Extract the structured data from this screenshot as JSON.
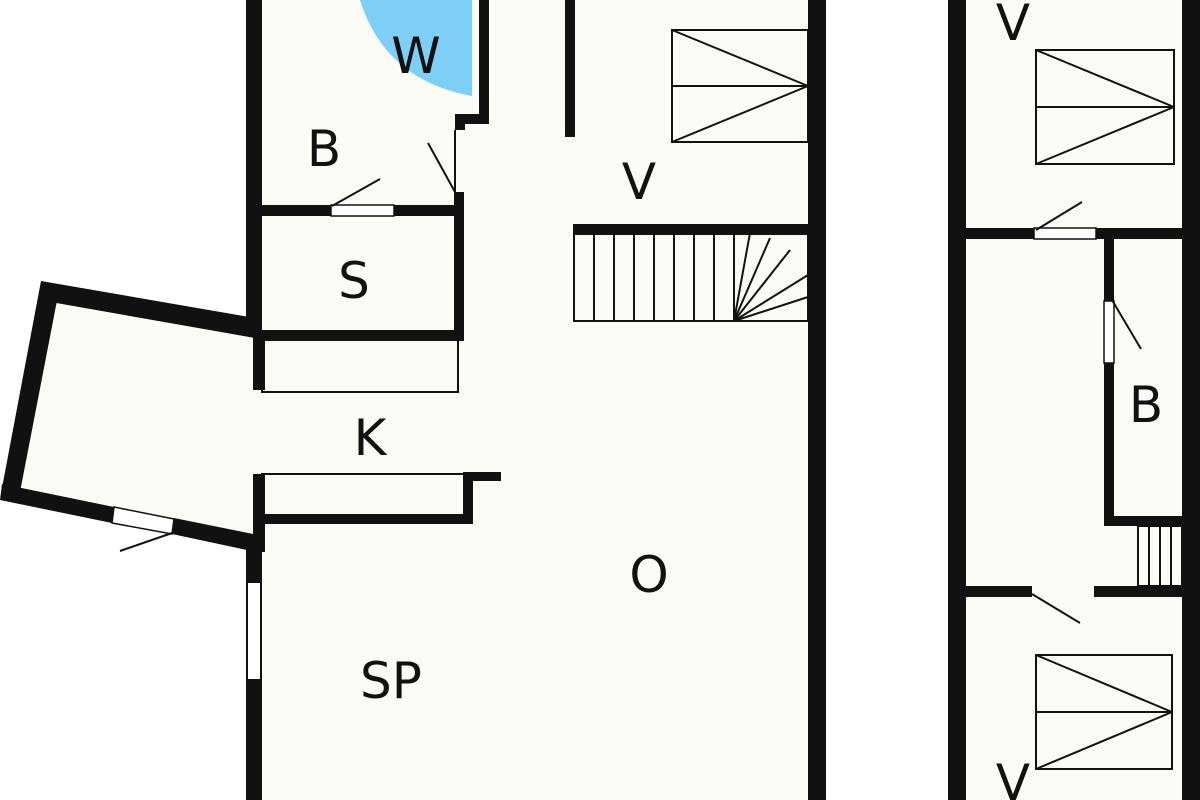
{
  "colors": {
    "floor": "#fbfbf6",
    "wall": "#111111",
    "water_fixture": "#7dcff5",
    "background": "#ffffff"
  },
  "rooms": {
    "wc": "W",
    "bathroom_left": "B",
    "storage": "S",
    "bedroom_left": "V",
    "kitchen": "K",
    "open_area": "O",
    "dining": "SP",
    "bedroom_right_top": "V",
    "bathroom_right": "B",
    "bedroom_right_bottom": "V"
  }
}
